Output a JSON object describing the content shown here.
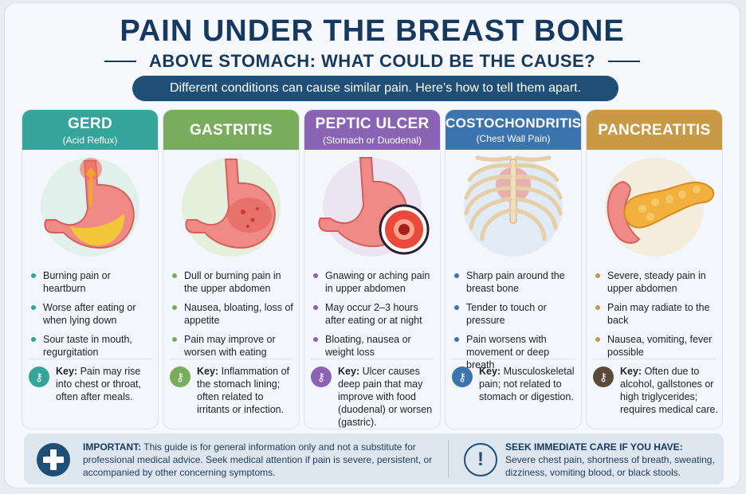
{
  "title": "PAIN UNDER THE BREAST BONE",
  "subtitle_line": "ABOVE STOMACH: WHAT COULD BE THE CAUSE?",
  "banner": "Different conditions can cause similar pain. Here’s how to tell them apart.",
  "key_label": "Key:",
  "colors": {
    "gerd": "#35a49a",
    "gastritis": "#79ad5c",
    "ulcer": "#8a63b4",
    "costo": "#3c74ae",
    "pancreatitis": "#c89a45",
    "navy": "#16395f"
  },
  "cards": [
    {
      "name": "GERD",
      "sub": "(Acid Reflux)",
      "bullets": [
        "Burning pain or heartburn",
        "Worse after eating or when lying down",
        "Sour taste in mouth, regurgitation"
      ],
      "key": "Pain may rise into chest or throat, often after meals."
    },
    {
      "name": "GASTRITIS",
      "sub": "",
      "bullets": [
        "Dull or burning pain in the upper abdomen",
        "Nausea, bloating, loss of appetite",
        "Pain may improve or worsen with eating"
      ],
      "key": "Inflammation of the stomach lining; often related to irritants or infection."
    },
    {
      "name": "PEPTIC ULCER",
      "sub": "(Stomach or Duodenal)",
      "bullets": [
        "Gnawing or aching pain in upper abdomen",
        "May occur 2–3 hours after eating or at night",
        "Bloating, nausea or weight loss"
      ],
      "key": "Ulcer causes deep pain that may improve with food (duodenal) or worsen (gastric)."
    },
    {
      "name": "COSTOCHONDRITIS",
      "sub": "(Chest Wall Pain)",
      "bullets": [
        "Sharp pain around the breast bone",
        "Tender to touch or pressure",
        "Pain worsens with movement or deep breath"
      ],
      "key": "Musculoskeletal pain; not related to stomach or digestion."
    },
    {
      "name": "PANCREATITIS",
      "sub": "",
      "bullets": [
        "Severe, steady pain in upper abdomen",
        "Pain may radiate to the back",
        "Nausea, vomiting, fever possible"
      ],
      "key": "Often due to alcohol, gallstones or high triglycerides; requires medical care."
    }
  ],
  "footer": {
    "important_label": "IMPORTANT:",
    "important_text": "This guide is for general information only and not a substitute for professional medical advice. Seek medical attention if pain is severe, persistent, or accompanied by other concerning symptoms.",
    "seek_heading": "SEEK IMMEDIATE CARE IF YOU HAVE:",
    "seek_text": "Severe chest pain, shortness of breath, sweating, dizziness, vomiting blood, or black stools.",
    "icons": [
      "medical-cross-icon",
      "exclamation-icon"
    ]
  }
}
